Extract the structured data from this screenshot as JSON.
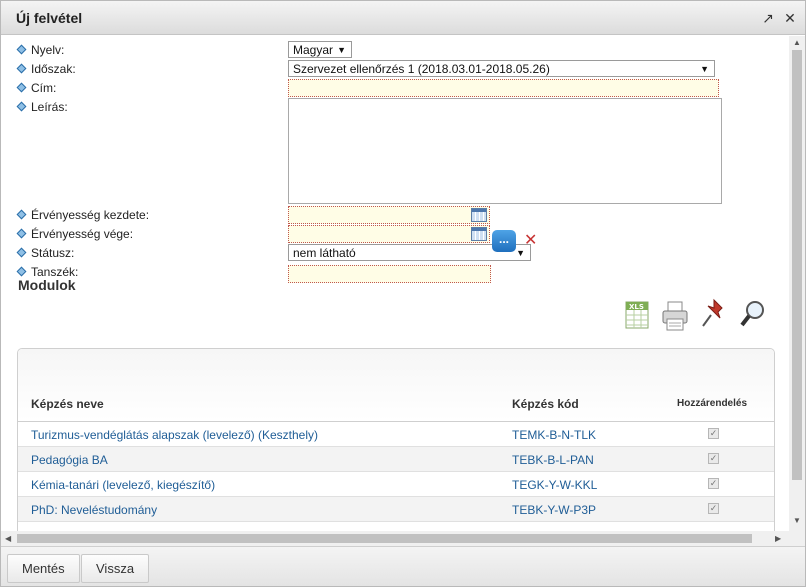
{
  "window": {
    "title": "Új felvétel"
  },
  "form": {
    "language": {
      "label": "Nyelv:",
      "value": "Magyar"
    },
    "period": {
      "label": "Időszak:",
      "value": "Szervezet ellenőrzés 1 (2018.03.01-2018.05.26)"
    },
    "title": {
      "label": "Cím:",
      "value": ""
    },
    "description": {
      "label": "Leírás:",
      "value": ""
    },
    "valid_from": {
      "label": "Érvényesség kezdete:",
      "value": ""
    },
    "valid_to": {
      "label": "Érvényesség vége:",
      "value": ""
    },
    "status": {
      "label": "Státusz:",
      "value": "nem látható"
    },
    "department": {
      "label": "Tanszék:",
      "value": "",
      "browse_label": "..."
    }
  },
  "modules": {
    "title": "Modulok",
    "toolbar_icons": [
      "xls-export-icon",
      "print-icon",
      "pin-icon",
      "search-zoom-icon"
    ],
    "columns": [
      "Képzés neve",
      "Képzés kód",
      "Hozzárendelés"
    ],
    "rows": [
      {
        "name": "Turizmus-vendéglátás alapszak (levelező) (Keszthely)",
        "code": "TEMK-B-N-TLK",
        "assigned": true
      },
      {
        "name": "Pedagógia BA",
        "code": "TEBK-B-L-PAN",
        "assigned": true
      },
      {
        "name": "Kémia-tanári (levelező, kiegészítő)",
        "code": "TEGK-Y-W-KKL",
        "assigned": true
      },
      {
        "name": "PhD: Neveléstudomány",
        "code": "TEBK-Y-W-P3P",
        "assigned": true
      }
    ]
  },
  "footer": {
    "save_label": "Mentés",
    "back_label": "Vissza"
  },
  "colors": {
    "link": "#1f5d96",
    "accent": "#1f6fbd",
    "required_bg": "#fffde6"
  }
}
